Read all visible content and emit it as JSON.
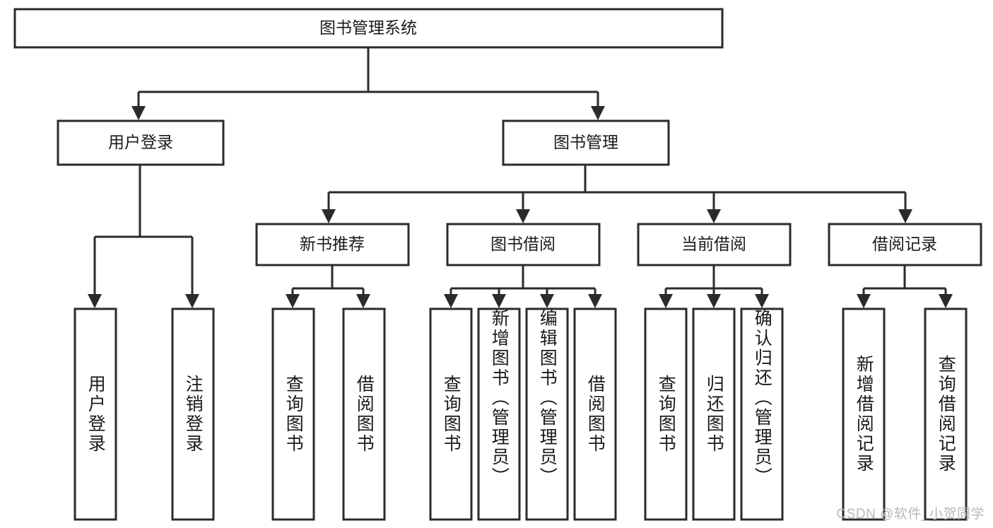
{
  "diagram": {
    "title": "图书管理系统",
    "watermark": "CSDN @软件_小贺同学",
    "line_color": "#2b2b2b",
    "box_fill": "#ffffff",
    "text_color": "#1a1a1a",
    "watermark_color": "#b8b8b8",
    "root": {
      "label": "图书管理系统"
    },
    "level2": [
      {
        "label": "用户登录"
      },
      {
        "label": "图书管理"
      }
    ],
    "level3": [
      {
        "label": "新书推荐"
      },
      {
        "label": "图书借阅"
      },
      {
        "label": "当前借阅"
      },
      {
        "label": "借阅记录"
      }
    ],
    "leaves": {
      "user_login": [
        {
          "label": "用户登录"
        },
        {
          "label": "注销登录"
        }
      ],
      "new_book_recommend": [
        {
          "label": "查询图书"
        },
        {
          "label": "借阅图书"
        }
      ],
      "book_borrow": [
        {
          "label": "查询图书"
        },
        {
          "label": "新增图书（管理员）"
        },
        {
          "label": "编辑图书（管理员）"
        },
        {
          "label": "借阅图书"
        }
      ],
      "current_borrow": [
        {
          "label": "查询图书"
        },
        {
          "label": "归还图书"
        },
        {
          "label": "确认归还（管理员）"
        }
      ],
      "borrow_record": [
        {
          "label": "新增借阅记录"
        },
        {
          "label": "查询借阅记录"
        }
      ]
    }
  }
}
